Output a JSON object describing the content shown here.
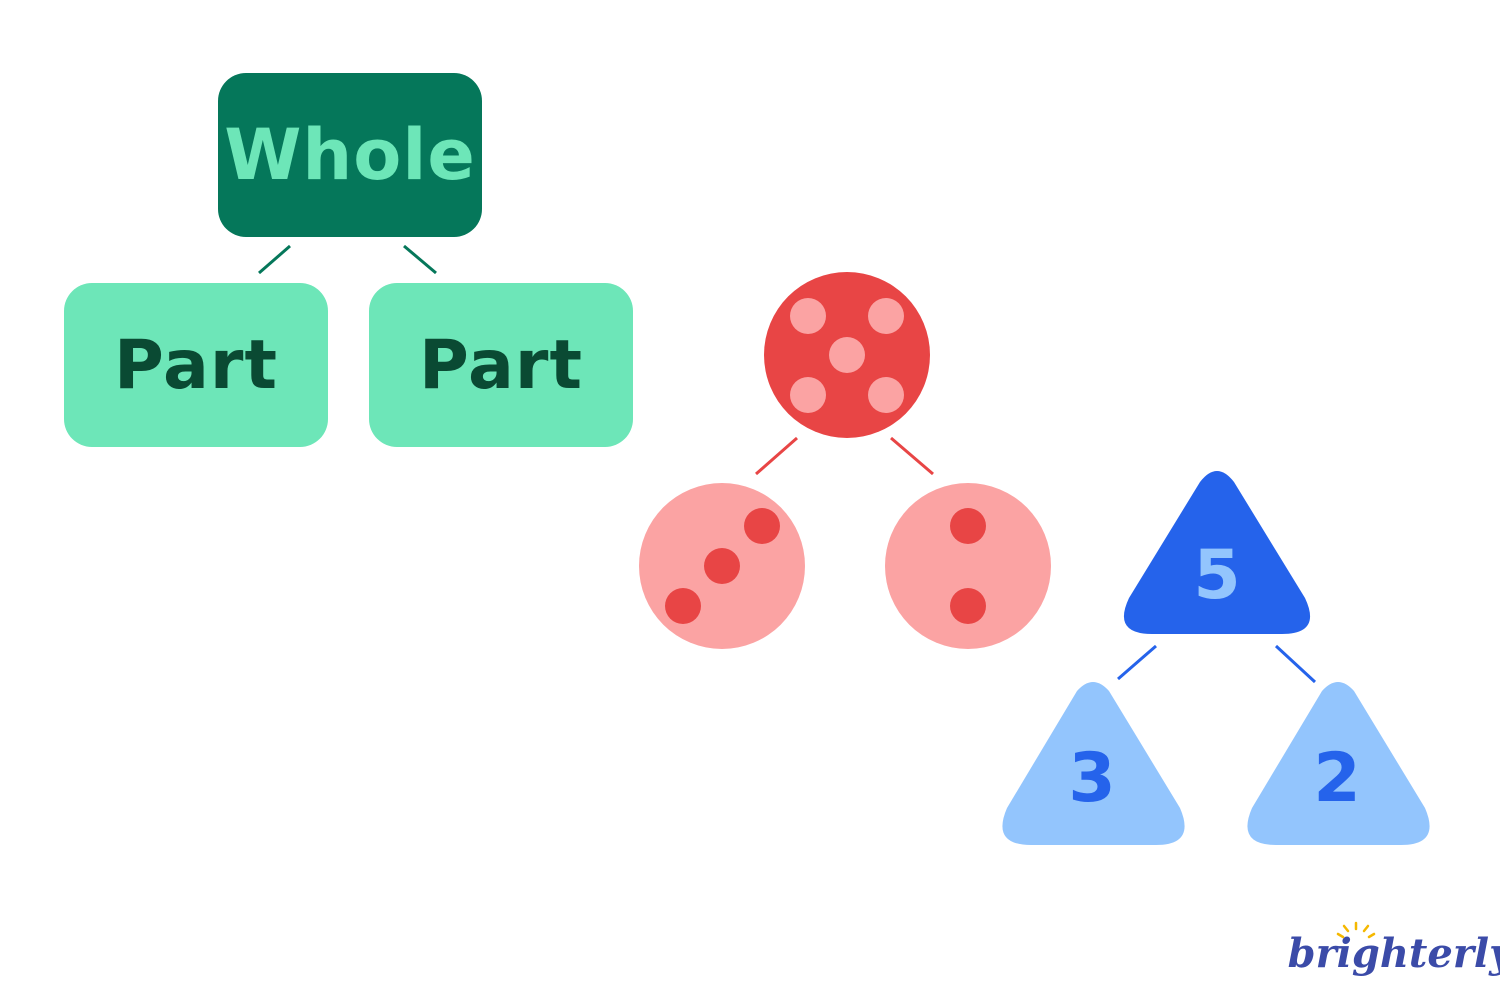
{
  "colors": {
    "whole_fill": "#05775A",
    "whole_text": "#6DE6B8",
    "part_fill": "#6DE6B8",
    "part_text": "#0A4A33",
    "green_line": "#05775A",
    "red_whole": "#E84545",
    "red_whole_dots": "#FBA3A3",
    "red_part": "#FBA3A3",
    "red_part_dots": "#E84545",
    "red_line": "#E84545",
    "blue_whole": "#2563EB",
    "blue_whole_text": "#93C5FD",
    "blue_part": "#93C5FD",
    "blue_part_text": "#2563EB",
    "blue_line": "#2563EB",
    "logo_text": "#3B4BA8",
    "logo_sun": "#F5B800"
  },
  "word_diagram": {
    "whole": "Whole",
    "parts": [
      "Part",
      "Part"
    ]
  },
  "dot_diagram": {
    "whole_dots": 5,
    "parts_dots": [
      3,
      2
    ]
  },
  "number_diagram": {
    "whole": "5",
    "parts": [
      "3",
      "2"
    ]
  },
  "logo": {
    "text": "brighterly",
    "icon": "sun-icon"
  }
}
